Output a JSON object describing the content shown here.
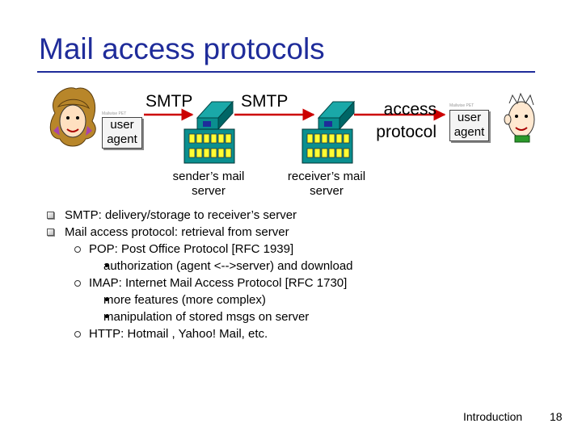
{
  "slide": {
    "title": "Mail access protocols",
    "page_number": "18",
    "footer_label": "Introduction"
  },
  "diagram": {
    "smtp_left": "SMTP",
    "smtp_right": "SMTP",
    "access_protocol": [
      "access",
      "protocol"
    ],
    "user_agent_left": [
      "user",
      "agent"
    ],
    "user_agent_right": [
      "user",
      "agent"
    ],
    "sender_server": [
      "sender’s mail",
      "server"
    ],
    "receiver_server": [
      "receiver’s mail",
      "server"
    ],
    "tiny_caption": "Mailwise PET"
  },
  "bullets": [
    {
      "level": 1,
      "text": "SMTP: delivery/storage to receiver’s server"
    },
    {
      "level": 1,
      "text": "Mail access protocol: retrieval from server"
    },
    {
      "level": 2,
      "text": "POP: Post Office Protocol [RFC 1939]"
    },
    {
      "level": 3,
      "text": "authorization (agent <-->server) and download"
    },
    {
      "level": 2,
      "text": "IMAP: Internet Mail Access Protocol [RFC 1730]"
    },
    {
      "level": 3,
      "text": "more features (more complex)"
    },
    {
      "level": 3,
      "text": "manipulation of stored msgs on server"
    },
    {
      "level": 2,
      "text": "HTTP: Hotmail , Yahoo! Mail, etc."
    }
  ],
  "icons": {
    "sender_person": "woman-user-icon",
    "receiver_person": "man-user-icon",
    "mail_server": "mail-server-icon",
    "bullet_level1": "square-bullet-icon",
    "bullet_level2": "ring-bullet-icon",
    "bullet_level3": "dot-bullet-icon"
  },
  "colors": {
    "title": "#1f2c9a",
    "arrow": "#cc0000",
    "server_body": "#0a8f8f",
    "mailbox": "#ffff33"
  }
}
